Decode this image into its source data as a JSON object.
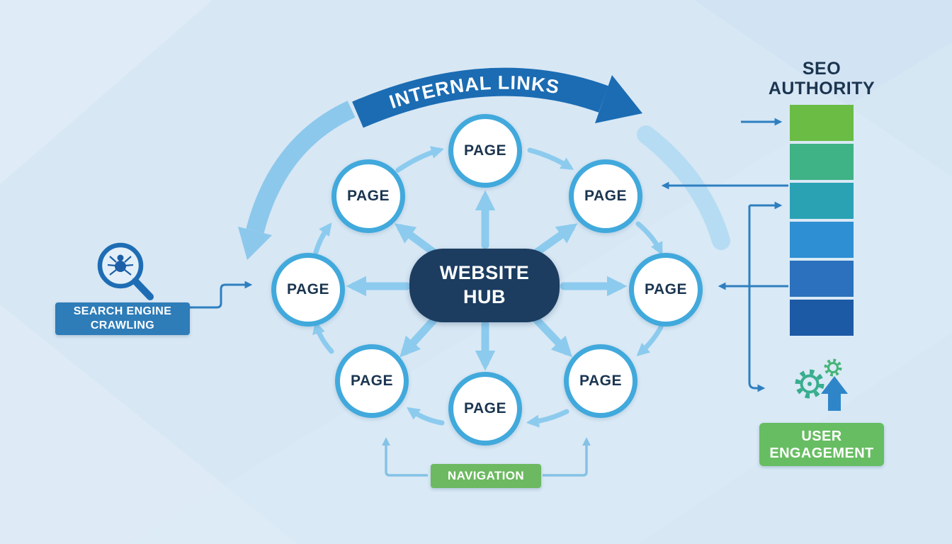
{
  "labels": {
    "internal_links": "INTERNAL LINKS",
    "website_hub": "WEBSITE HUB",
    "seo_authority": "SEO AUTHORITY",
    "search_engine_crawling": "SEARCH ENGINE CRAWLING",
    "navigation": "NAVIGATION",
    "user_engagement": "USER ENGAGEMENT"
  },
  "pages": [
    {
      "position": "top",
      "label": "PAGE"
    },
    {
      "position": "top-left",
      "label": "PAGE"
    },
    {
      "position": "top-right",
      "label": "PAGE"
    },
    {
      "position": "left",
      "label": "PAGE"
    },
    {
      "position": "right",
      "label": "PAGE"
    },
    {
      "position": "bottom-left",
      "label": "PAGE"
    },
    {
      "position": "bottom-right",
      "label": "PAGE"
    },
    {
      "position": "bottom",
      "label": "PAGE"
    }
  ],
  "seo_bars": {
    "colors": [
      "#6abc45",
      "#3fb286",
      "#2aa2b4",
      "#2e8fd2",
      "#2b71bd",
      "#1d5aa6"
    ]
  },
  "colors": {
    "bg_base": "#d7e7f4",
    "hub_bg": "#1c3d60",
    "page_border": "#41a9dc",
    "page_text": "#1b3550",
    "heading_text": "#1b3550",
    "arrow_light": "#8ccbee",
    "banner_blue": "#1b6cb3",
    "arc_light": "#b5dcf2",
    "connector_blue": "#2e7fc0",
    "search_box_bg": "#2e7cb8",
    "nav_box_bg": "#6cb961",
    "green_box_bg": "#67bd62",
    "gear_teal": "#38ae8e",
    "engagement_arrow_blue": "#2e86c9"
  },
  "icons": {
    "magnifier": "search-magnifier-icon",
    "spider": "crawler-spider-icon",
    "gears": "engagement-gears-icon",
    "up_arrow": "engagement-up-arrow-icon"
  }
}
